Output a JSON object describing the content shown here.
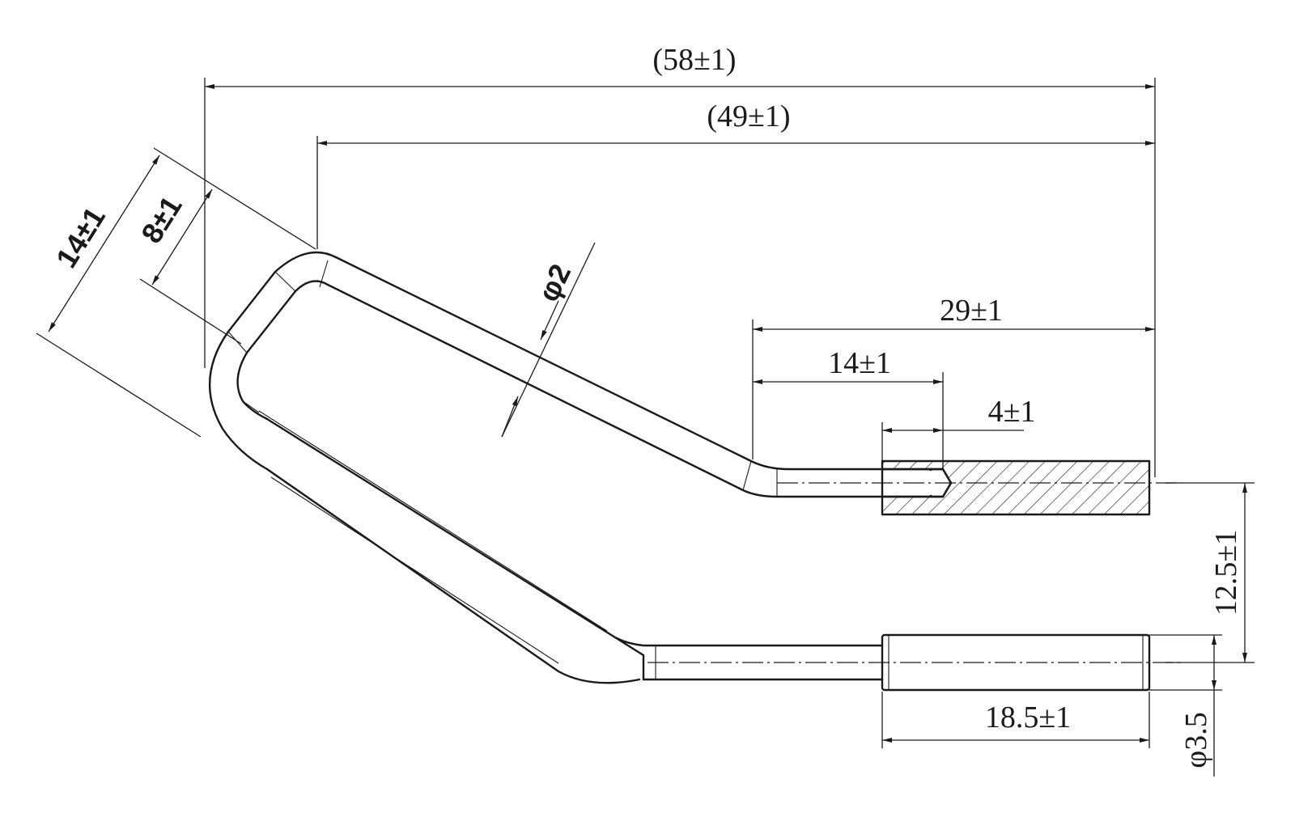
{
  "dimensions": {
    "overall_length": "(58±1)",
    "inner_length": "(49±1)",
    "loop_outer_width": "14±1",
    "loop_inner_width": "8±1",
    "wire_diameter": "φ2",
    "straight_end_length": "29±1",
    "insert_length": "14±1",
    "bore_depth": "4±1",
    "leg_offset": "12.5±1",
    "sleeve_length": "18.5±1",
    "sleeve_diameter": "φ3.5"
  }
}
